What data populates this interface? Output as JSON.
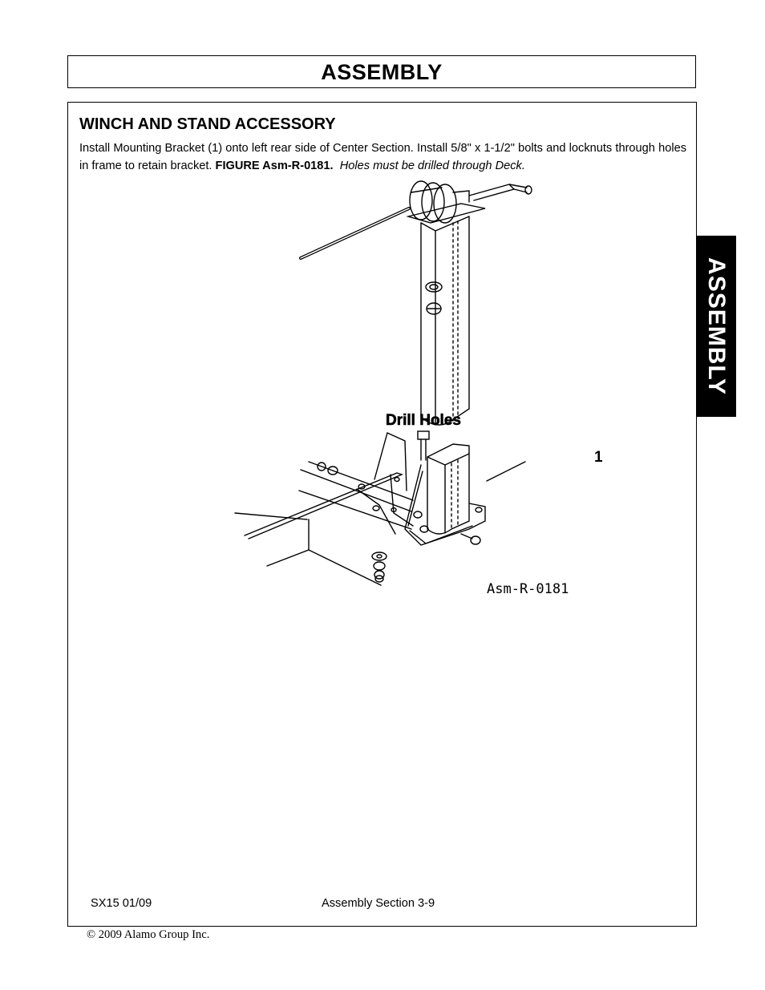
{
  "header": {
    "title": "ASSEMBLY"
  },
  "section": {
    "heading": "WINCH AND STAND ACCESSORY",
    "body_text": "Install Mounting Bracket (1) onto left rear side of Center Section.  Install 5/8\" x 1-1/2\" bolts and locknuts through holes in frame to retain bracket. ",
    "figure_ref": "FIGURE Asm-R-0181.",
    "note": "Holes must be drilled through Deck."
  },
  "figure": {
    "callout_drill": "Drill Holes",
    "callout_bracket": "1",
    "figure_id": "Asm-R-0181"
  },
  "footer": {
    "model": "SX15 01/09",
    "section": "Assembly Section 3-9",
    "copyright": "© 2009 Alamo Group Inc."
  },
  "side_tab": {
    "label": "ASSEMBLY"
  }
}
